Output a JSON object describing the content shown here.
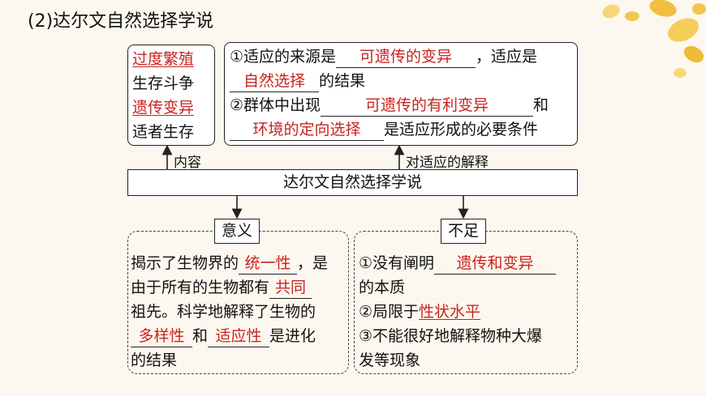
{
  "section_title": "(2)达尔文自然选择学说",
  "content_box": {
    "line1": "过度繁殖",
    "line2": "生存斗争",
    "line3": "遗传变异",
    "line4": "适者生存"
  },
  "explain_box": {
    "r1_a": "①适应的来源是",
    "r1_blank": "可遗传的变异",
    "r1_b": "，适应是",
    "r2_blank": "自然选择",
    "r2_b": "的结果",
    "r3_a": "②群体中出现",
    "r3_blank": "可遗传的有利变异",
    "r3_b": "和",
    "r4_blank": "环境的定向选择",
    "r4_b": "是适应形成的必要条件"
  },
  "arrow_labels": {
    "content": "内容",
    "explain": "对适应的解释"
  },
  "center_bar": "达尔文自然选择学说",
  "significance": {
    "tag": "意义",
    "l1_a": "揭示了生物界的",
    "l1_blank": "统一性",
    "l1_b": "，是",
    "l2_a": "由于所有的生物都有",
    "l2_blank": "共同",
    "l3": "祖先。科学地解释了生物的",
    "l4_blank1": "多样性",
    "l4_a": "和",
    "l4_blank2": "适应性",
    "l4_b": "是进化",
    "l5": "的结果"
  },
  "limitation": {
    "tag": "不足",
    "l1_a": "①没有阐明",
    "l1_blank": "遗传和变异",
    "l2": "的本质",
    "l3_a": "②局限于",
    "l3_blank": "性状水平",
    "l4": "③不能很好地解释物种大爆",
    "l5": "发等现象"
  },
  "colors": {
    "answer_red": "#c8231f",
    "background": "#fdf8ef",
    "flower_yellow": "#f3c74e"
  }
}
